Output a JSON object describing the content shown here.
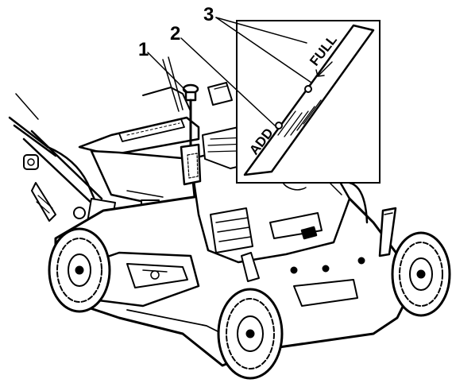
{
  "callouts": [
    {
      "number": "1"
    },
    {
      "number": "2"
    },
    {
      "number": "3"
    }
  ],
  "dipstick_marks": {
    "add_label": "ADD",
    "full_label": "FULL"
  },
  "colors": {
    "line": "#000000",
    "background": "#ffffff"
  }
}
